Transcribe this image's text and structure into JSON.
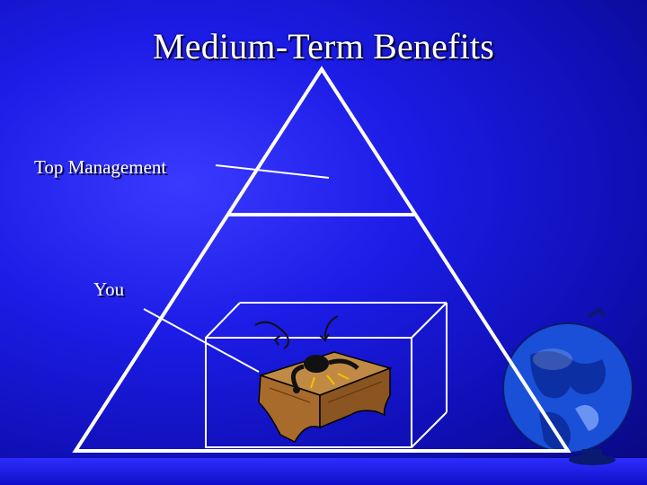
{
  "slide": {
    "title": "Medium-Term Benefits",
    "labels": {
      "top_management": "Top Management",
      "you": "You"
    }
  },
  "colors": {
    "background": "#1c1ce6",
    "lines": "#ffffff",
    "desk": "#b07a3a"
  },
  "icons": [
    "pyramid-diagram",
    "box-frame",
    "desk-clipart",
    "globe-clipart"
  ]
}
